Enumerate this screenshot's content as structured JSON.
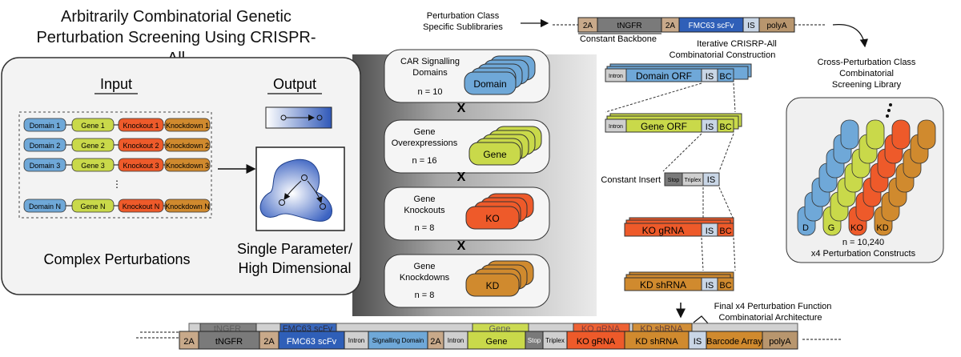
{
  "title": {
    "line1": "Arbitrarily Combinatorial Genetic",
    "line2": "Perturbation Screening Using CRISPR-All"
  },
  "left_panel": {
    "input_label": "Input",
    "output_label": "Output",
    "rows": [
      {
        "domain": "Domain 1",
        "gene": "Gene 1",
        "ko": "Knockout 1",
        "kd": "Knockdown 1"
      },
      {
        "domain": "Domain 2",
        "gene": "Gene 2",
        "ko": "Knockout 2",
        "kd": "Knockdown 2"
      },
      {
        "domain": "Domain 3",
        "gene": "Gene 3",
        "ko": "Knockout 3",
        "kd": "Knockdown 3"
      },
      {
        "domain": "Domain N",
        "gene": "Gene N",
        "ko": "Knockout N",
        "kd": "Knockdown N"
      }
    ],
    "ellipsis": "⋮",
    "complex_label": "Complex Perturbations",
    "single_line1": "Single Parameter/",
    "single_line2": "High Dimensional"
  },
  "classes": [
    {
      "label1": "CAR Signalling",
      "label2": "Domains",
      "n": "n = 10",
      "stack": "Domain"
    },
    {
      "label1": "Gene",
      "label2": "Overexpressions",
      "n": "n = 16",
      "stack": "Gene"
    },
    {
      "label1": "Gene",
      "label2": "Knockouts",
      "n": "n = 8",
      "stack": "KO"
    },
    {
      "label1": "Gene",
      "label2": "Knockdowns",
      "n": "n = 8",
      "stack": "KD"
    }
  ],
  "x_symbol": "X",
  "top_backbone": {
    "pc_line1": "Perturbation Class",
    "pc_line2": "Specific Sublibraries",
    "segments": [
      "2A",
      "tNGFR",
      "2A",
      "FMC63 scFv",
      "IS",
      "polyA"
    ],
    "constant_backbone": "Constant Backbone",
    "iterative_line1": "Iterative CRISRP-All",
    "iterative_line2": "Combinatorial Construction"
  },
  "inserts": {
    "domain": {
      "intron": "Intron",
      "orf": "Domain ORF",
      "is": "IS",
      "bc": "BC"
    },
    "gene": {
      "intron": "Intron",
      "orf": "Gene ORF",
      "is": "IS",
      "bc": "BC"
    },
    "constant": {
      "label": "Constant Insert",
      "stop": "Stop",
      "triplex": "Triplex",
      "is": "IS"
    },
    "ko": {
      "orf": "KO gRNA",
      "is": "IS",
      "bc": "BC"
    },
    "kd": {
      "orf": "KD shRNA",
      "is": "IS",
      "bc": "BC"
    }
  },
  "right_panel": {
    "title_line1": "Cross-Perturbation Class",
    "title_line2": "Combinatorial",
    "title_line3": "Screening Library",
    "labels": [
      "D",
      "G",
      "KO",
      "KD"
    ],
    "count": "n = 10,240",
    "constructs": "x4 Perturbation Constructs"
  },
  "final": {
    "line1": "Final x4 Perturbation Function",
    "line2": "Combinatorial Architecture",
    "segments": [
      "2A",
      "tNGFR",
      "2A",
      "FMC63 scFv",
      "Intron",
      "Signalling Domain",
      "2A",
      "Intron",
      "Gene",
      "Stop",
      "Triplex",
      "KO gRNA",
      "KD shRNA",
      "IS",
      "Barcode Array",
      "polyA"
    ],
    "ghost": [
      "tNGFR",
      "FMC63 scFv",
      "Gene",
      "KO gRNA",
      "KD shRNA"
    ]
  },
  "colors": {
    "domain": "#6fa8d8",
    "gene": "#c9d94a",
    "ko": "#ee5a2a",
    "kd": "#d08a2e",
    "fmc63": "#2f5fb8",
    "tngfr": "#7a7a7a",
    "twoa": "#c8a98a",
    "polya": "#b8966e",
    "is": "#c9d6e6",
    "intron": "#cfcfcf"
  }
}
